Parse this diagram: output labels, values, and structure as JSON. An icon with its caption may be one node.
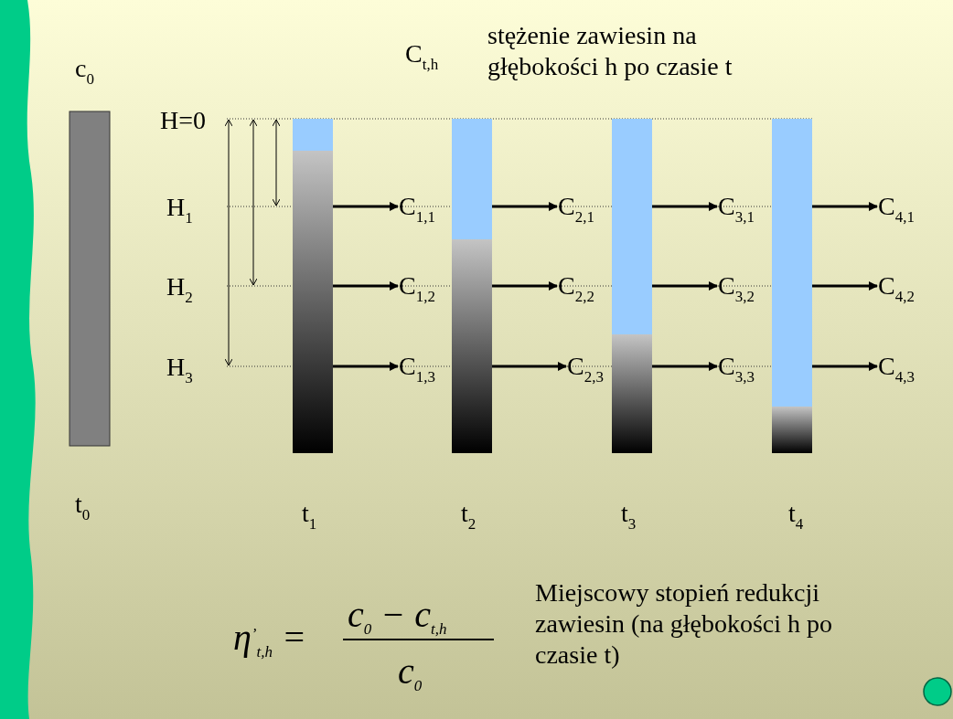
{
  "diagram": {
    "nodes": [
      {
        "text": [],
        "shape": "bar",
        "beside": [
          "c$_{0}$",
          "t$_{0}$"
        ]
      },
      {
        "text": [],
        "shape": "bar",
        "beside": [
          "t$_{1}$"
        ]
      },
      {
        "text": [
          "C$_{1,1}$"
        ]
      },
      {
        "text": [
          "C$_{1,2}$"
        ]
      },
      {
        "text": [
          "C$_{1,3}$"
        ]
      },
      {
        "text": [],
        "shape": "bar",
        "beside": [
          "t$_{2}$"
        ]
      },
      {
        "text": [
          "C$_{2,1}$"
        ]
      },
      {
        "text": [
          "C$_{2,2}$"
        ]
      },
      {
        "text": [
          "C$_{2,3}$"
        ]
      },
      {
        "text": [],
        "shape": "bar",
        "beside": [
          "t$_{3}$"
        ]
      },
      {
        "text": [
          "C$_{3,1}$"
        ]
      },
      {
        "text": [
          "C$_{3,2}$"
        ]
      },
      {
        "text": [
          "C$_{3,3}$"
        ]
      },
      {
        "text": [],
        "shape": "bar",
        "beside": [
          "t$_{4}$"
        ]
      },
      {
        "text": [
          "C$_{4,1}$"
        ]
      },
      {
        "text": [
          "C$_{4,2}$"
        ]
      },
      {
        "text": [
          "C$_{4,3}$"
        ]
      }
    ],
    "edges": [
      {
        "from": 1,
        "to": 2,
        "arrow": "to"
      },
      {
        "from": 1,
        "to": 3,
        "arrow": "to"
      },
      {
        "from": 1,
        "to": 4,
        "arrow": "to"
      },
      {
        "from": 5,
        "to": 6,
        "arrow": "to"
      },
      {
        "from": 5,
        "to": 7,
        "arrow": "to"
      },
      {
        "from": 5,
        "to": 8,
        "arrow": "to"
      },
      {
        "from": 9,
        "to": 10,
        "arrow": "to"
      },
      {
        "from": 9,
        "to": 11,
        "arrow": "to"
      },
      {
        "from": 9,
        "to": 12,
        "arrow": "to"
      },
      {
        "from": 13,
        "to": 14,
        "arrow": "to"
      },
      {
        "from": 13,
        "to": 15,
        "arrow": "to"
      },
      {
        "from": 13,
        "to": 16,
        "arrow": "to"
      }
    ],
    "labels": [
      "C$_{t,h}$",
      "stężenie zawiesin na głębokości h po czasie t",
      "H=0",
      "H$_{1}$",
      "H$_{2}$",
      "H$_{3}$",
      "η$^{’}$$_{t,h}$ =",
      "c$_{0}$ − c$_{t,h}$",
      "c$_{0}$",
      "Miejscowy stopień redukcji zawiesin (na głębokości h po czasie t)"
    ]
  }
}
